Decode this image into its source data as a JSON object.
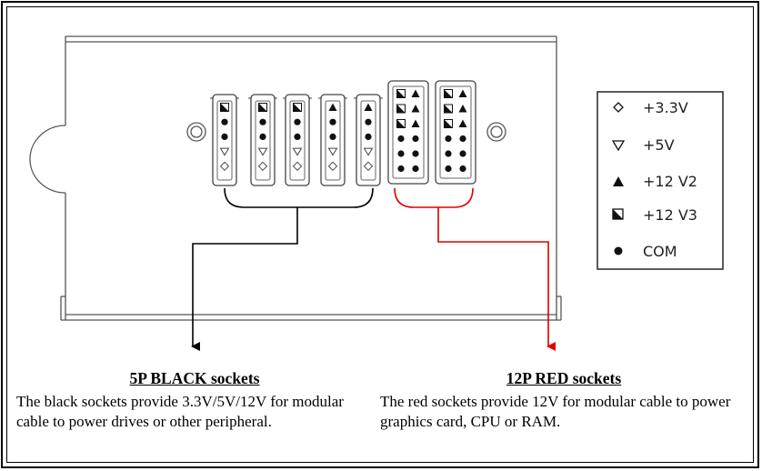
{
  "legend": {
    "items": [
      {
        "icon": "diamond-icon",
        "label": "+3.3V"
      },
      {
        "icon": "triangle-down-icon",
        "label": "+5V"
      },
      {
        "icon": "triangle-up-icon",
        "label": "+12 V2"
      },
      {
        "icon": "half-square-icon",
        "label": "+12 V3"
      },
      {
        "icon": "dot-icon",
        "label": "COM"
      }
    ]
  },
  "black_sockets": {
    "title": "5P BLACK sockets",
    "description": "The black sockets provide 3.3V/5V/12V for modular cable to power drives or other peripheral.",
    "wire_color": "#000000",
    "count": 5,
    "pins": [
      [
        "half-square-icon",
        "dot-icon",
        "dot-icon",
        "triangle-down-icon",
        "diamond-icon"
      ],
      [
        "half-square-icon",
        "dot-icon",
        "dot-icon",
        "triangle-down-icon",
        "diamond-icon"
      ],
      [
        "half-square-icon",
        "dot-icon",
        "dot-icon",
        "triangle-down-icon",
        "diamond-icon"
      ],
      [
        "triangle-up-icon",
        "dot-icon",
        "dot-icon",
        "triangle-down-icon",
        "diamond-icon"
      ],
      [
        "triangle-up-icon",
        "dot-icon",
        "dot-icon",
        "triangle-down-icon",
        "diamond-icon"
      ]
    ]
  },
  "red_sockets": {
    "title": "12P RED sockets",
    "description": "The red sockets provide 12V for modular cable to power graphics card, CPU or RAM.",
    "wire_color": "#e00000",
    "count": 2,
    "pins": [
      [
        [
          "half-square-icon",
          "triangle-up-icon"
        ],
        [
          "half-square-icon",
          "triangle-up-icon"
        ],
        [
          "half-square-icon",
          "triangle-up-icon"
        ],
        [
          "dot-icon",
          "dot-icon"
        ],
        [
          "dot-icon",
          "dot-icon"
        ],
        [
          "dot-icon",
          "dot-icon"
        ]
      ],
      [
        [
          "half-square-icon",
          "triangle-up-icon"
        ],
        [
          "half-square-icon",
          "triangle-up-icon"
        ],
        [
          "half-square-icon",
          "triangle-up-icon"
        ],
        [
          "dot-icon",
          "dot-icon"
        ],
        [
          "dot-icon",
          "dot-icon"
        ],
        [
          "dot-icon",
          "dot-icon"
        ]
      ]
    ]
  }
}
